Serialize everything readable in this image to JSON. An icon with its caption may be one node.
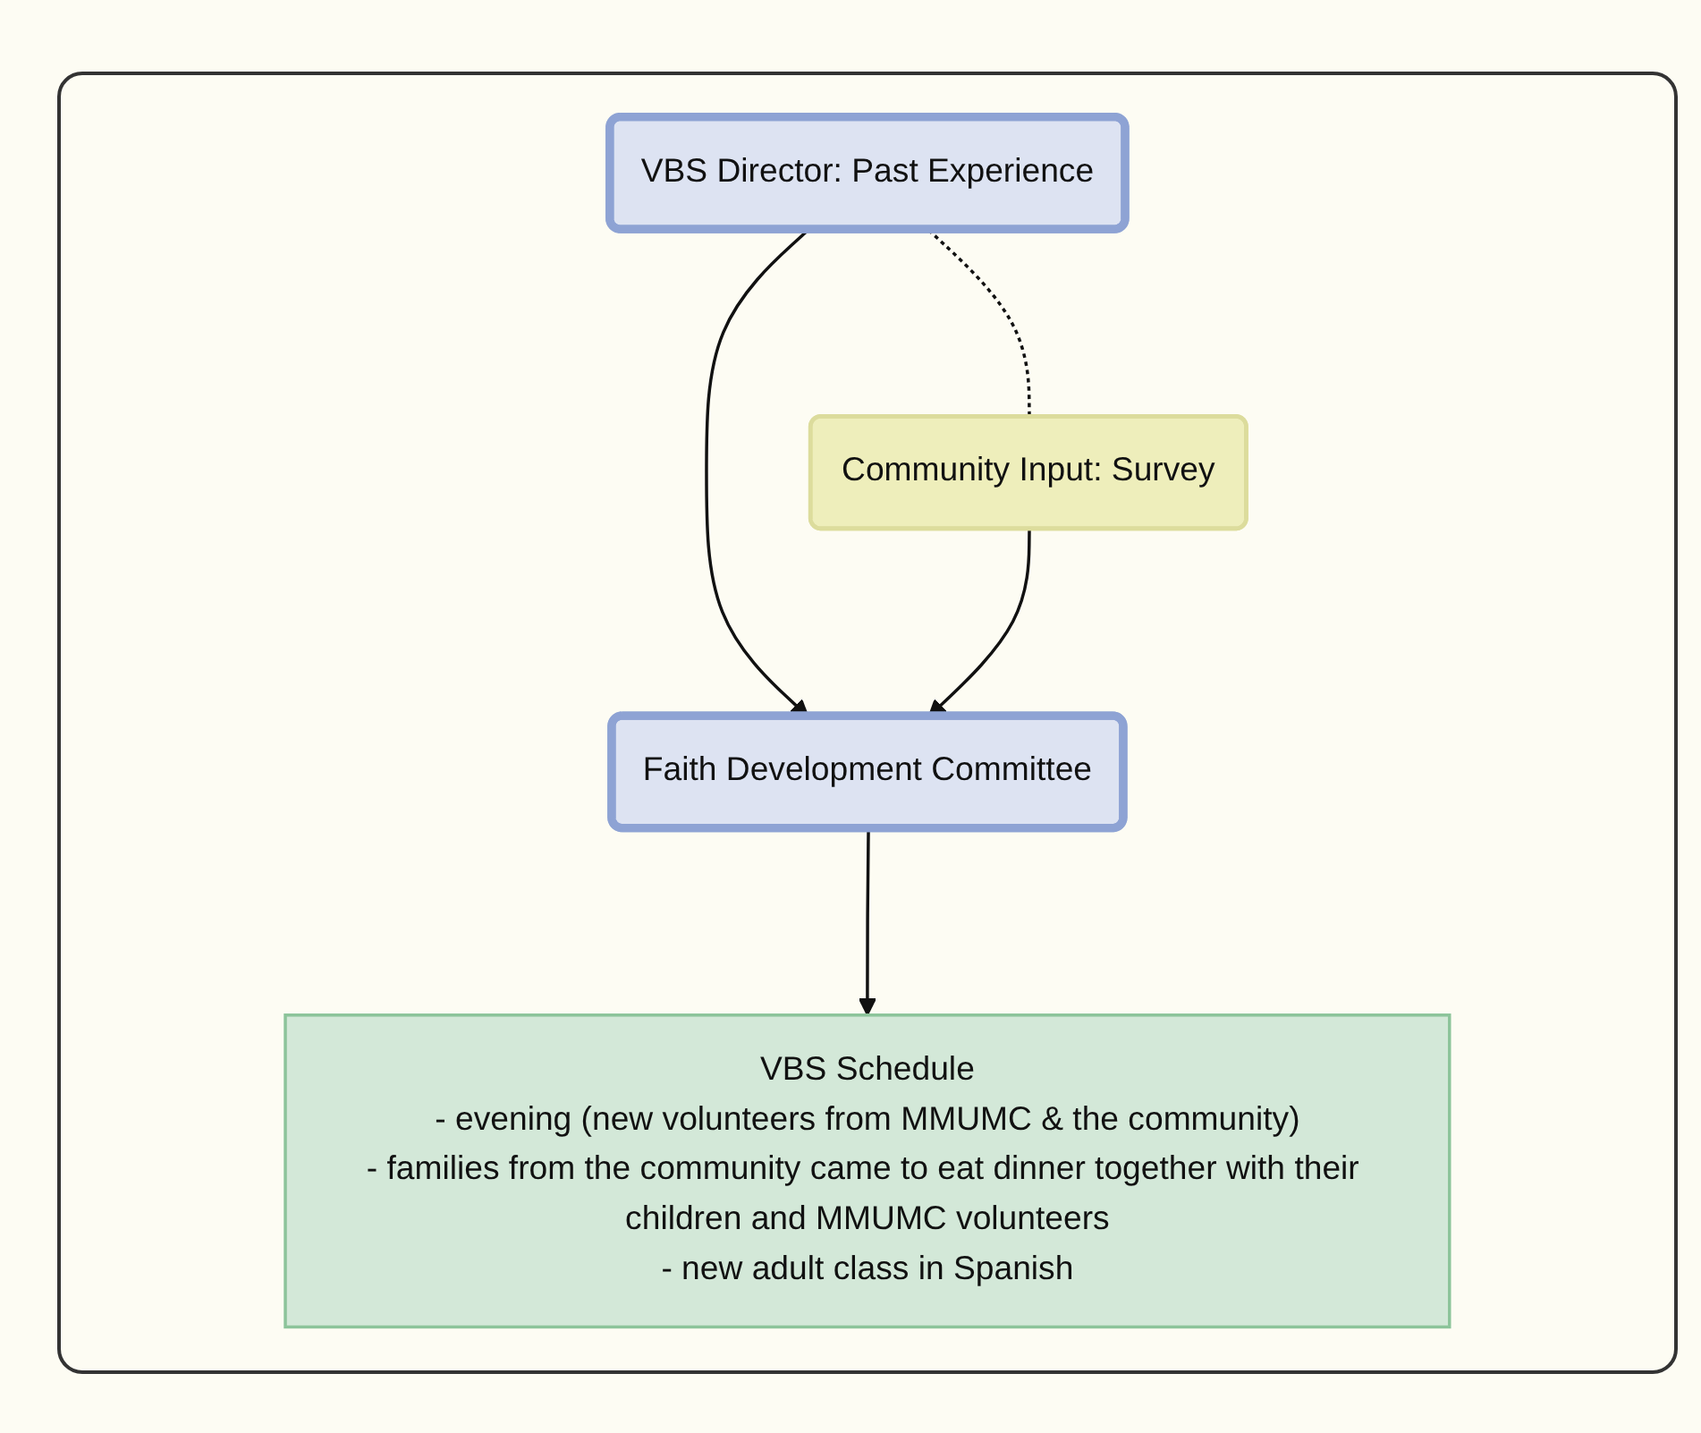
{
  "diagram": {
    "nodes": [
      {
        "text": [
          "VBS Director: Past Experience"
        ]
      },
      {
        "text": [
          "Community Input: Survey"
        ]
      },
      {
        "text": [
          "Faith Development Committee"
        ]
      },
      {
        "text": [
          "VBS Schedule",
          "- evening (new volunteers from MMUMC & the community)",
          "- families from the community came to eat dinner together with their children and MMUMC volunteers",
          "- new adult class in Spanish"
        ]
      }
    ],
    "edges": [
      {
        "from": 0,
        "to": 1,
        "arrow": "none",
        "style": "dashed"
      },
      {
        "from": 0,
        "to": 2,
        "arrow": "to"
      },
      {
        "from": 1,
        "to": 2,
        "arrow": "to"
      },
      {
        "from": 2,
        "to": 3,
        "arrow": "to"
      }
    ]
  }
}
